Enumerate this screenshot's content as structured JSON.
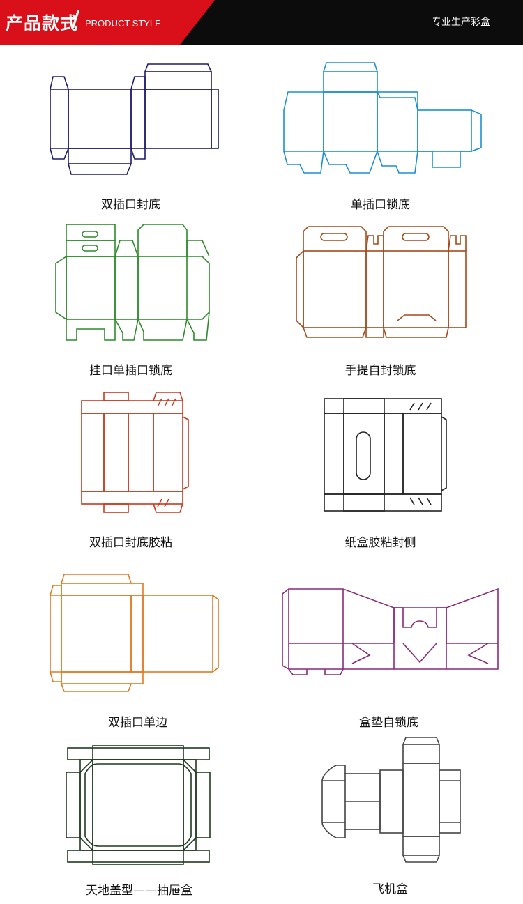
{
  "header": {
    "title_zh": "产品款式",
    "title_slash": "/",
    "title_en": "PRODUCT STYLE",
    "right_label": "专业生产彩盒",
    "accent_color": "#d9101a",
    "background_color": "#0c0c0c"
  },
  "styles": [
    {
      "name": "双插口封底",
      "color": "#1e1c6b"
    },
    {
      "name": "单插口锁底",
      "color": "#1b8fd6"
    },
    {
      "name": "挂口单插口锁底",
      "color": "#2e8a2a"
    },
    {
      "name": "手提自封锁底",
      "color": "#a34a1c"
    },
    {
      "name": "双插口封底胶粘",
      "color": "#c8391e"
    },
    {
      "name": "纸盒胶粘封侧",
      "color": "#222222"
    },
    {
      "name": "双插口单边",
      "color": "#e07a22"
    },
    {
      "name": "盒垫自锁底",
      "color": "#8a2a7a"
    },
    {
      "name": "天地盖型——抽屉盒",
      "color": "#1f3a1f"
    },
    {
      "name": "飞机盒",
      "color": "#444444"
    }
  ]
}
